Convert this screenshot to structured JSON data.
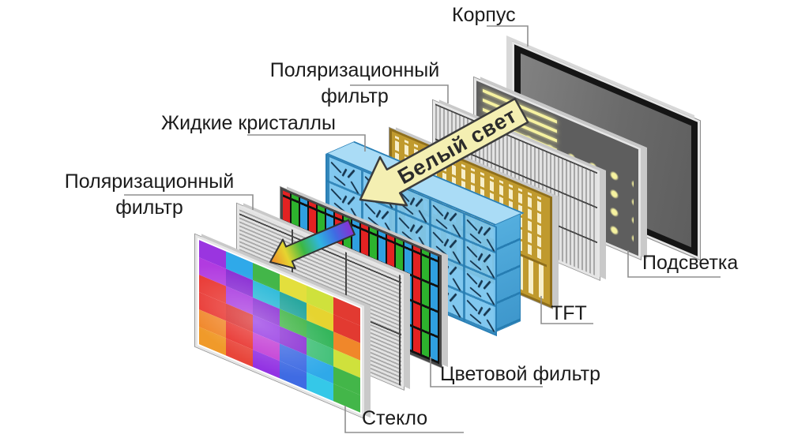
{
  "labels": {
    "case": "Корпус",
    "polarizer_top": [
      "Поляризационный",
      "фильтр"
    ],
    "liquid_crystals": "Жидкие кристаллы",
    "polarizer_left": [
      "Поляризационный",
      "фильтр"
    ],
    "backlight": "Подсветка",
    "tft": "TFT",
    "color_filter": "Цветовой фильтр",
    "glass": "Стекло"
  },
  "arrows": {
    "white_light": {
      "label": "Белый свет",
      "fill": "#f4efb2"
    },
    "filtered_light": {
      "gradient": [
        "#8a2fd4",
        "#3f6be3",
        "#2fb5e0",
        "#3cb843",
        "#e6d430",
        "#f0872a"
      ]
    }
  },
  "colors": {
    "label_color": "#1b1b1b",
    "leader_color": "#8f8f8f",
    "frame_silver": "#e6e6e6",
    "edge_gray": "#c9c9c9",
    "case_bezel": "#151515",
    "backlight_face": "#5e5e5e",
    "glow": "#f6f2a0",
    "pol_face": "#e3e3e3",
    "pol_stripe": "#a8a8a8",
    "divider": "#464646",
    "tft_gold": "#c09a2e",
    "tft_gold_dark": "#8f6f1c",
    "tft_slot": "#f7efcb",
    "lc_grid": "#267db2",
    "lc_side": "#54aede",
    "lc_top": "#aadcf6",
    "lc_mol": "#17364f",
    "cf_red": "#e32222",
    "cf_green": "#2db32d",
    "cf_blue": "#2f9fe0"
  },
  "layers": {
    "glass": {
      "cells": [
        [
          "#9a35e0",
          "#2fa9e9",
          "#43b649",
          "#e3df3d",
          "#cfe13c",
          "#e23a31"
        ],
        [
          "#b13be0",
          "#8a2fd4",
          "#2fbbd9",
          "#2aa8a0",
          "#e6d430",
          "#e23a31"
        ],
        [
          "#e8312c",
          "#a838e0",
          "#8a2fd4",
          "#43b649",
          "#35b65c",
          "#f0872a"
        ],
        [
          "#e8312c",
          "#d92b2b",
          "#9333e3",
          "#8a2fd4",
          "#43c179",
          "#cfe13c"
        ],
        [
          "#f0872a",
          "#e8312c",
          "#c23ad4",
          "#3f6be3",
          "#2fa9e9",
          "#43b649"
        ],
        [
          "#f09a2a",
          "#e8453a",
          "#9333e3",
          "#3f6be3",
          "#35c8e8",
          "#43b649"
        ]
      ]
    }
  }
}
